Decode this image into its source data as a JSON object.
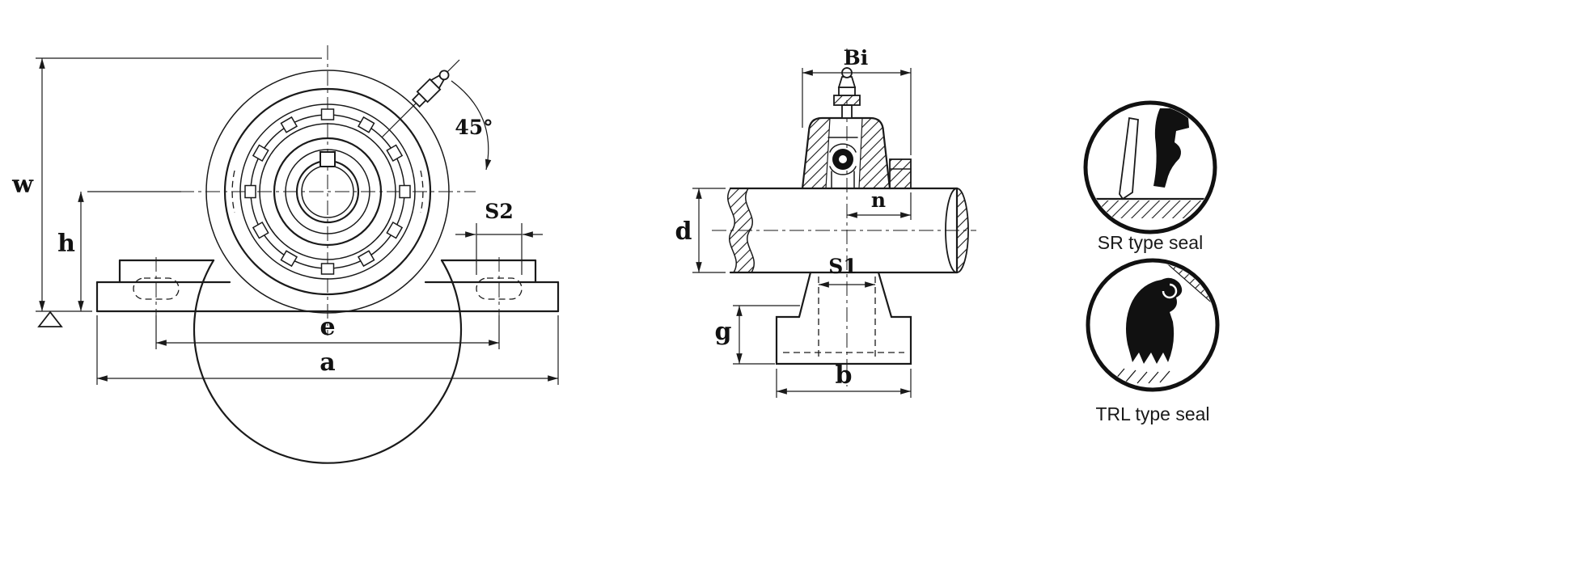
{
  "drawing": {
    "type": "pillow-block-bearing-unit-dimension-drawing",
    "front_view": {
      "dim_w": "w",
      "dim_h": "h",
      "dim_e": "e",
      "dim_a": "a",
      "dim_s2": "S2",
      "angle_label": "45°"
    },
    "side_view": {
      "dim_bi": "Bi",
      "dim_d": "d",
      "dim_n": "n",
      "dim_s1": "S1",
      "dim_g": "g",
      "dim_b": "b"
    },
    "seal_details": {
      "sr_caption": "SR type seal",
      "trl_caption": "TRL type seal"
    },
    "colors": {
      "line": "#1a1a1a",
      "background": "#ffffff"
    }
  }
}
